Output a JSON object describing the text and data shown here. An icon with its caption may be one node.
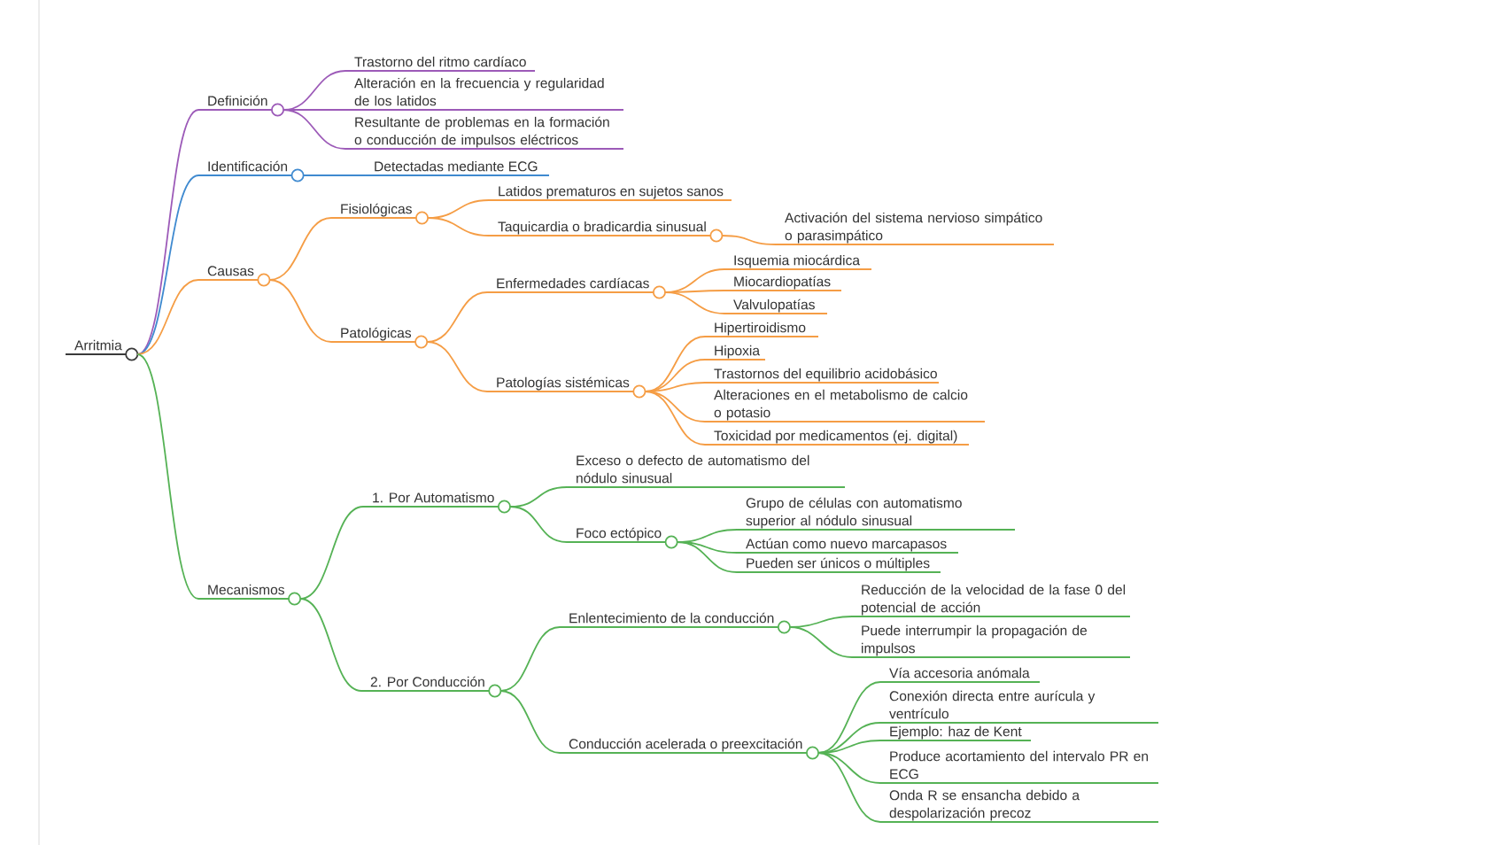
{
  "diagram": {
    "nodes": [
      {
        "text": [
          "Arritmia"
        ]
      },
      {
        "text": [
          "Definición"
        ]
      },
      {
        "text": [
          "Trastorno del ritmo cardíaco"
        ]
      },
      {
        "text": [
          "Alteración en la frecuencia y regularidad de los latidos"
        ]
      },
      {
        "text": [
          "Resultante de problemas en la formación o conducción de impulsos eléctricos"
        ]
      },
      {
        "text": [
          "Identificación"
        ]
      },
      {
        "text": [
          "Detectadas mediante ECG"
        ]
      },
      {
        "text": [
          "Causas"
        ]
      },
      {
        "text": [
          "Fisiológicas"
        ]
      },
      {
        "text": [
          "Latidos prematuros en sujetos sanos"
        ]
      },
      {
        "text": [
          "Taquicardia o bradicardia sinusual"
        ]
      },
      {
        "text": [
          "Activación del sistema nervioso simpático o parasimpático"
        ]
      },
      {
        "text": [
          "Patológicas"
        ]
      },
      {
        "text": [
          "Enfermedades cardíacas"
        ]
      },
      {
        "text": [
          "Isquemia miocárdica"
        ]
      },
      {
        "text": [
          "Miocardiopatías"
        ]
      },
      {
        "text": [
          "Valvulopatías"
        ]
      },
      {
        "text": [
          "Patologías sistémicas"
        ]
      },
      {
        "text": [
          "Hipertiroidismo"
        ]
      },
      {
        "text": [
          "Hipoxia"
        ]
      },
      {
        "text": [
          "Trastornos del equilibrio acidobásico"
        ]
      },
      {
        "text": [
          "Alteraciones en el metabolismo de calcio o potasio"
        ]
      },
      {
        "text": [
          "Toxicidad por medicamentos (ej. digital)"
        ]
      },
      {
        "text": [
          "Mecanismos"
        ]
      },
      {
        "text": [
          "1. Por Automatismo"
        ]
      },
      {
        "text": [
          "Exceso o defecto de automatismo del nódulo sinusual"
        ]
      },
      {
        "text": [
          "Foco ectópico"
        ]
      },
      {
        "text": [
          "Grupo de células con automatismo superior al nódulo sinusual"
        ]
      },
      {
        "text": [
          "Actúan como nuevo marcapasos"
        ]
      },
      {
        "text": [
          "Pueden ser únicos o múltiples"
        ]
      },
      {
        "text": [
          "2. Por Conducción"
        ]
      },
      {
        "text": [
          "Enlentecimiento de la conducción"
        ]
      },
      {
        "text": [
          "Reducción de la velocidad de la fase 0 del potencial de acción"
        ]
      },
      {
        "text": [
          "Puede interrumpir la propagación de impulsos"
        ]
      },
      {
        "text": [
          "Conducción acelerada o preexcitación"
        ]
      },
      {
        "text": [
          "Vía accesoria anómala"
        ]
      },
      {
        "text": [
          "Conexión directa entre aurícula y ventrículo"
        ]
      },
      {
        "text": [
          "Ejemplo: haz de Kent"
        ]
      },
      {
        "text": [
          "Produce acortamiento del intervalo PR en ECG"
        ]
      },
      {
        "text": [
          "Onda R se ensancha debido a despolarización precoz"
        ]
      }
    ],
    "edges": [
      {
        "from": 0,
        "to": 1,
        "arrow": "none",
        "color": "#9c5ab8"
      },
      {
        "from": 1,
        "to": 2,
        "arrow": "none",
        "color": "#9c5ab8"
      },
      {
        "from": 1,
        "to": 3,
        "arrow": "none",
        "color": "#9c5ab8"
      },
      {
        "from": 1,
        "to": 4,
        "arrow": "none",
        "color": "#9c5ab8"
      },
      {
        "from": 0,
        "to": 5,
        "arrow": "none",
        "color": "#3f8ad0"
      },
      {
        "from": 5,
        "to": 6,
        "arrow": "none",
        "color": "#3f8ad0"
      },
      {
        "from": 0,
        "to": 7,
        "arrow": "none",
        "color": "#f59d45"
      },
      {
        "from": 7,
        "to": 8,
        "arrow": "none",
        "color": "#f59d45"
      },
      {
        "from": 8,
        "to": 9,
        "arrow": "none",
        "color": "#f59d45"
      },
      {
        "from": 8,
        "to": 10,
        "arrow": "none",
        "color": "#f59d45"
      },
      {
        "from": 10,
        "to": 11,
        "arrow": "none",
        "color": "#f59d45"
      },
      {
        "from": 7,
        "to": 12,
        "arrow": "none",
        "color": "#f59d45"
      },
      {
        "from": 12,
        "to": 13,
        "arrow": "none",
        "color": "#f59d45"
      },
      {
        "from": 13,
        "to": 14,
        "arrow": "none",
        "color": "#f59d45"
      },
      {
        "from": 13,
        "to": 15,
        "arrow": "none",
        "color": "#f59d45"
      },
      {
        "from": 13,
        "to": 16,
        "arrow": "none",
        "color": "#f59d45"
      },
      {
        "from": 12,
        "to": 17,
        "arrow": "none",
        "color": "#f59d45"
      },
      {
        "from": 17,
        "to": 18,
        "arrow": "none",
        "color": "#f59d45"
      },
      {
        "from": 17,
        "to": 19,
        "arrow": "none",
        "color": "#f59d45"
      },
      {
        "from": 17,
        "to": 20,
        "arrow": "none",
        "color": "#f59d45"
      },
      {
        "from": 17,
        "to": 21,
        "arrow": "none",
        "color": "#f59d45"
      },
      {
        "from": 17,
        "to": 22,
        "arrow": "none",
        "color": "#f59d45"
      },
      {
        "from": 0,
        "to": 23,
        "arrow": "none"
      },
      {
        "from": 23,
        "to": 24,
        "arrow": "none"
      },
      {
        "from": 24,
        "to": 25,
        "arrow": "none"
      },
      {
        "from": 24,
        "to": 26,
        "arrow": "none"
      },
      {
        "from": 26,
        "to": 27,
        "arrow": "none"
      },
      {
        "from": 26,
        "to": 28,
        "arrow": "none"
      },
      {
        "from": 26,
        "to": 29,
        "arrow": "none"
      },
      {
        "from": 23,
        "to": 30,
        "arrow": "none"
      },
      {
        "from": 30,
        "to": 31,
        "arrow": "none"
      },
      {
        "from": 31,
        "to": 32,
        "arrow": "none"
      },
      {
        "from": 31,
        "to": 33,
        "arrow": "none"
      },
      {
        "from": 30,
        "to": 34,
        "arrow": "none"
      },
      {
        "from": 34,
        "to": 35,
        "arrow": "none"
      },
      {
        "from": 34,
        "to": 36,
        "arrow": "none"
      },
      {
        "from": 34,
        "to": 37,
        "arrow": "none"
      },
      {
        "from": 34,
        "to": 38,
        "arrow": "none"
      },
      {
        "from": 34,
        "to": 39,
        "arrow": "none"
      }
    ]
  }
}
